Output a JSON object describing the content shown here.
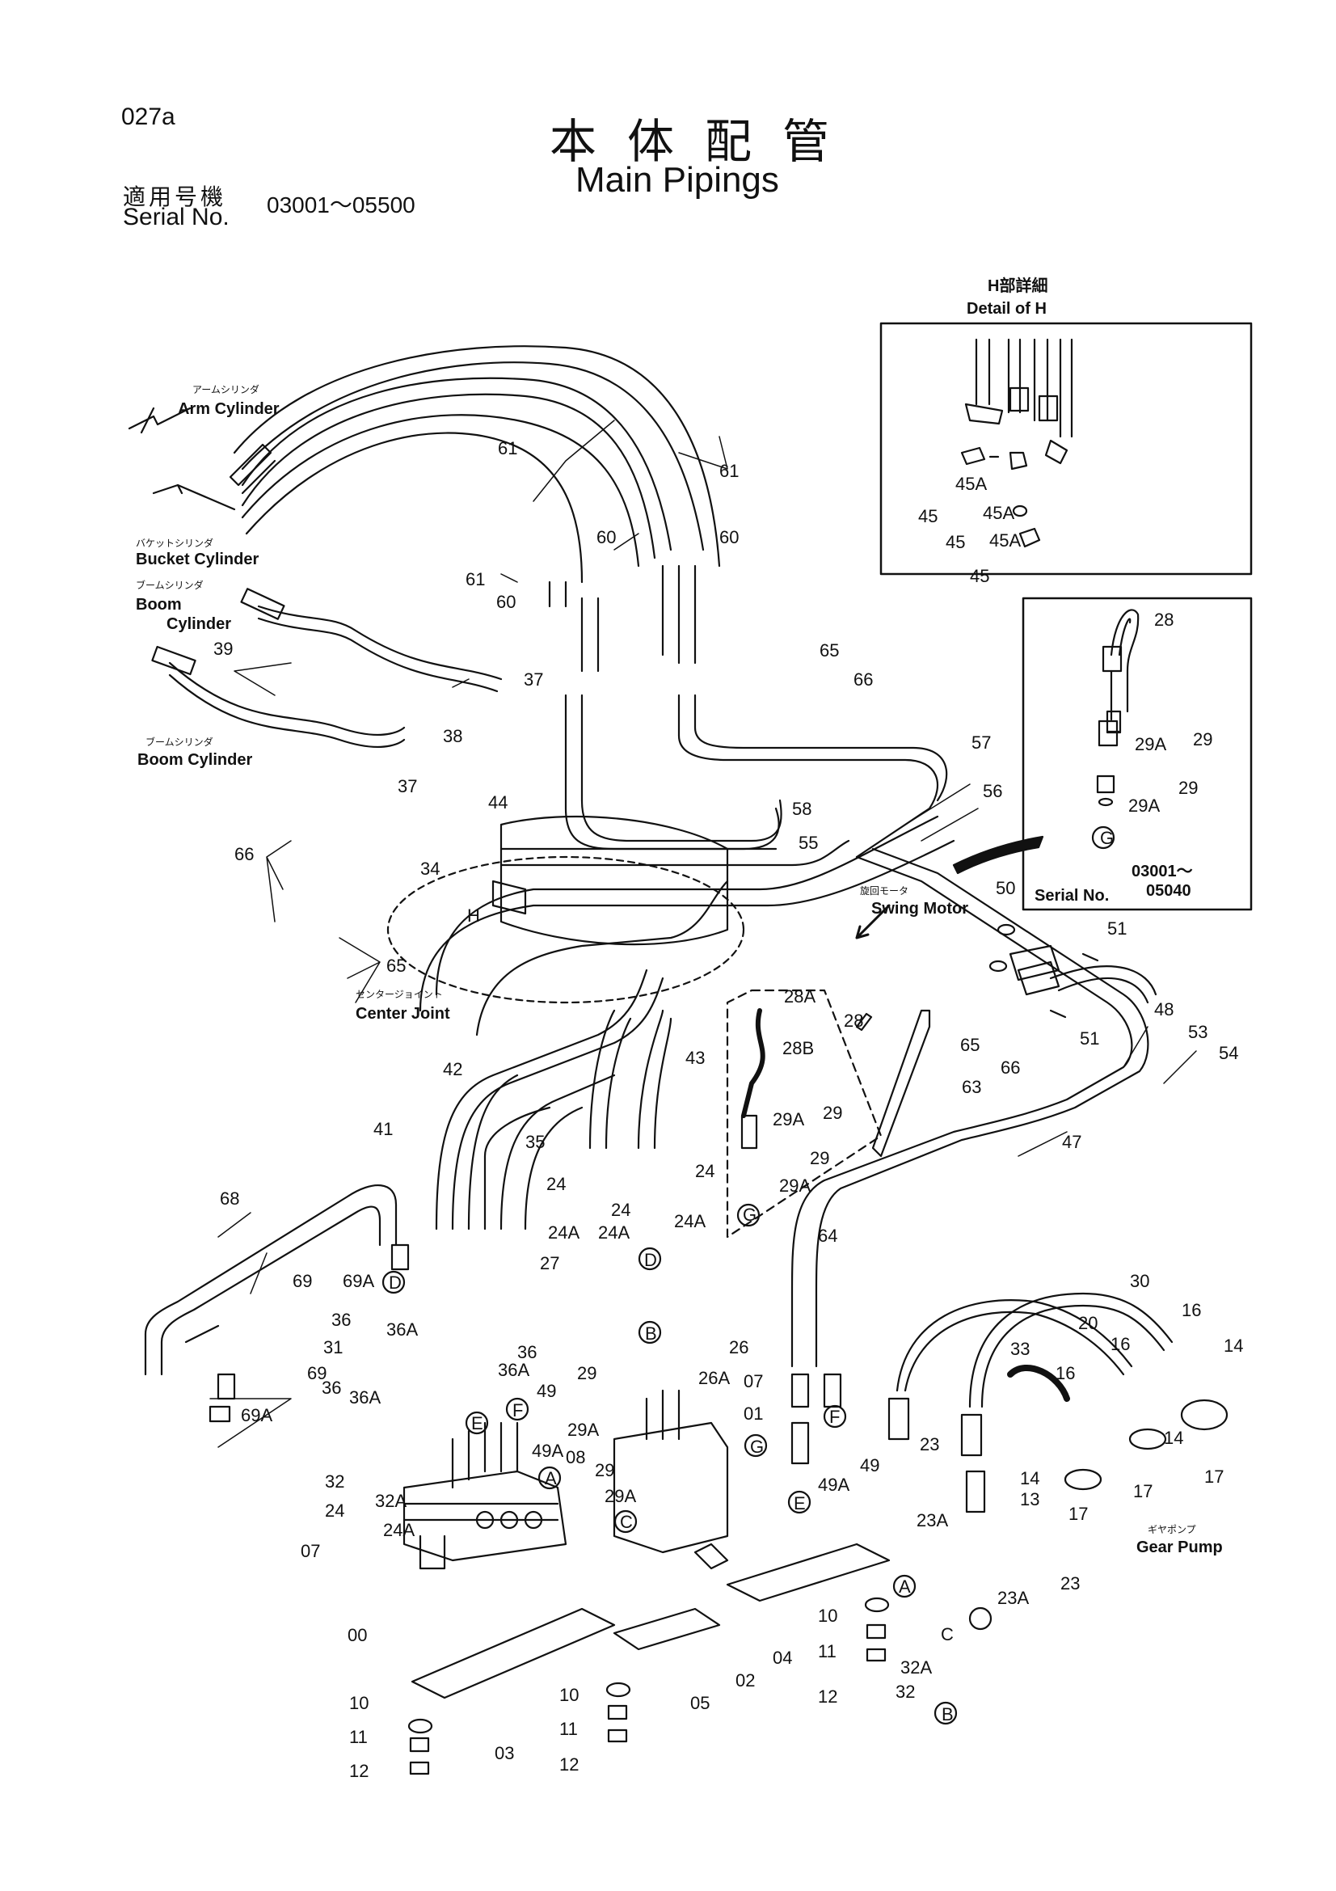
{
  "header": {
    "page_code": "027a",
    "title_jp": "本体配管",
    "title_en": "Main Pipings",
    "serial_label_jp": "適用号機",
    "serial_label_en": "Serial No.",
    "serial_range": "03001～05500"
  },
  "callouts": {
    "arm_cylinder_jp": "アームシリンダ",
    "arm_cylinder": "Arm Cylinder",
    "bucket_cylinder_jp": "バケットシリンダ",
    "bucket_cylinder": "Bucket Cylinder",
    "boom_cylinder_upper_jp": "ブームシリンダ",
    "boom_cylinder_upper_line1": "Boom",
    "boom_cylinder_upper_line2": "Cylinder",
    "boom_cylinder_lower_jp": "ブームシリンダ",
    "boom_cylinder_lower": "Boom Cylinder",
    "center_joint_jp": "センタージョイント",
    "center_joint": "Center Joint",
    "swing_motor_jp": "旋回モータ",
    "swing_motor": "Swing Motor",
    "gear_pump_jp": "ギヤポンプ",
    "gear_pump": "Gear Pump",
    "detail_h_jp": "H部詳細",
    "detail_h": "Detail of H",
    "detail_serial_label": "Serial No.",
    "detail_serial_from": "03001～",
    "detail_serial_to": "05040"
  },
  "part_numbers": [
    {
      "id": "p61a",
      "text": "61"
    },
    {
      "id": "p61b",
      "text": "61"
    },
    {
      "id": "p61c",
      "text": "61"
    },
    {
      "id": "p60a",
      "text": "60"
    },
    {
      "id": "p60b",
      "text": "60"
    },
    {
      "id": "p60c",
      "text": "60"
    },
    {
      "id": "p39",
      "text": "39"
    },
    {
      "id": "p37a",
      "text": "37"
    },
    {
      "id": "p37b",
      "text": "37"
    },
    {
      "id": "p38",
      "text": "38"
    },
    {
      "id": "p44",
      "text": "44"
    },
    {
      "id": "p34",
      "text": "34"
    },
    {
      "id": "p66a",
      "text": "66"
    },
    {
      "id": "p65a",
      "text": "65"
    },
    {
      "id": "p65b",
      "text": "65"
    },
    {
      "id": "p66b",
      "text": "66"
    },
    {
      "id": "pH",
      "text": "H"
    },
    {
      "id": "p58",
      "text": "58"
    },
    {
      "id": "p55",
      "text": "55"
    },
    {
      "id": "p57",
      "text": "57"
    },
    {
      "id": "p56",
      "text": "56"
    },
    {
      "id": "p50",
      "text": "50"
    },
    {
      "id": "p51a",
      "text": "51"
    },
    {
      "id": "p51b",
      "text": "51"
    },
    {
      "id": "p48",
      "text": "48"
    },
    {
      "id": "p53",
      "text": "53"
    },
    {
      "id": "p54",
      "text": "54"
    },
    {
      "id": "p65c",
      "text": "65"
    },
    {
      "id": "p66c",
      "text": "66"
    },
    {
      "id": "p63",
      "text": "63"
    },
    {
      "id": "p47",
      "text": "47"
    },
    {
      "id": "p64",
      "text": "64"
    },
    {
      "id": "p28a",
      "text": "28A"
    },
    {
      "id": "p28",
      "text": "28"
    },
    {
      "id": "p28b",
      "text": "28B"
    },
    {
      "id": "p29a1",
      "text": "29A"
    },
    {
      "id": "p29_1",
      "text": "29"
    },
    {
      "id": "p29_2",
      "text": "29"
    },
    {
      "id": "p29a2",
      "text": "29A"
    },
    {
      "id": "pG1",
      "text": "G"
    },
    {
      "id": "p43",
      "text": "43"
    },
    {
      "id": "p42",
      "text": "42"
    },
    {
      "id": "p41",
      "text": "41"
    },
    {
      "id": "p35",
      "text": "35"
    },
    {
      "id": "p68",
      "text": "68"
    },
    {
      "id": "p24a",
      "text": "24"
    },
    {
      "id": "p24b",
      "text": "24"
    },
    {
      "id": "p24c",
      "text": "24"
    },
    {
      "id": "p24a1",
      "text": "24A"
    },
    {
      "id": "p24a2",
      "text": "24A"
    },
    {
      "id": "p24a3",
      "text": "24A"
    },
    {
      "id": "p69a",
      "text": "69"
    },
    {
      "id": "p69a_1",
      "text": "69A"
    },
    {
      "id": "pD1",
      "text": "D"
    },
    {
      "id": "pD2",
      "text": "D"
    },
    {
      "id": "p27",
      "text": "27"
    },
    {
      "id": "p36a",
      "text": "36"
    },
    {
      "id": "p36a_1",
      "text": "36A"
    },
    {
      "id": "p31",
      "text": "31"
    },
    {
      "id": "p36b",
      "text": "36"
    },
    {
      "id": "p36a_2",
      "text": "36A"
    },
    {
      "id": "p36c",
      "text": "36"
    },
    {
      "id": "p36a_3",
      "text": "36A"
    },
    {
      "id": "p69b",
      "text": "69"
    },
    {
      "id": "p69a_2",
      "text": "69A"
    },
    {
      "id": "pB1",
      "text": "B"
    },
    {
      "id": "p26",
      "text": "26"
    },
    {
      "id": "p26a",
      "text": "26A"
    },
    {
      "id": "p29_3",
      "text": "29"
    },
    {
      "id": "p29a3",
      "text": "29A"
    },
    {
      "id": "p49_1",
      "text": "49"
    },
    {
      "id": "p49a_1",
      "text": "49A"
    },
    {
      "id": "pE1",
      "text": "E"
    },
    {
      "id": "pF1",
      "text": "F"
    },
    {
      "id": "p07a",
      "text": "07"
    },
    {
      "id": "p01",
      "text": "01"
    },
    {
      "id": "pG2",
      "text": "G"
    },
    {
      "id": "p08",
      "text": "08"
    },
    {
      "id": "p29_4",
      "text": "29"
    },
    {
      "id": "p29a4",
      "text": "29A"
    },
    {
      "id": "pA1",
      "text": "A"
    },
    {
      "id": "pC1",
      "text": "C"
    },
    {
      "id": "p32a",
      "text": "32"
    },
    {
      "id": "p32a_1",
      "text": "32A"
    },
    {
      "id": "p24d",
      "text": "24"
    },
    {
      "id": "p24a4",
      "text": "24A"
    },
    {
      "id": "p07b",
      "text": "07"
    },
    {
      "id": "p00",
      "text": "00"
    },
    {
      "id": "p10a",
      "text": "10"
    },
    {
      "id": "p11a",
      "text": "11"
    },
    {
      "id": "p12a",
      "text": "12"
    },
    {
      "id": "p03",
      "text": "03"
    },
    {
      "id": "p10b",
      "text": "10"
    },
    {
      "id": "p11b",
      "text": "11"
    },
    {
      "id": "p12b",
      "text": "12"
    },
    {
      "id": "p05",
      "text": "05"
    },
    {
      "id": "p02",
      "text": "02"
    },
    {
      "id": "p04",
      "text": "04"
    },
    {
      "id": "p10c",
      "text": "10"
    },
    {
      "id": "p11c",
      "text": "11"
    },
    {
      "id": "p12c",
      "text": "12"
    },
    {
      "id": "p49_2",
      "text": "49"
    },
    {
      "id": "p49a_2",
      "text": "49A"
    },
    {
      "id": "pE2",
      "text": "E"
    },
    {
      "id": "pF2",
      "text": "F"
    },
    {
      "id": "p23a",
      "text": "23"
    },
    {
      "id": "p23a_1",
      "text": "23A"
    },
    {
      "id": "pA2",
      "text": "A"
    },
    {
      "id": "p13",
      "text": "13"
    },
    {
      "id": "p23b",
      "text": "23"
    },
    {
      "id": "p23a_2",
      "text": "23A"
    },
    {
      "id": "pC2",
      "text": "C"
    },
    {
      "id": "p32b",
      "text": "32"
    },
    {
      "id": "p32a_2",
      "text": "32A"
    },
    {
      "id": "pB2",
      "text": "B"
    },
    {
      "id": "p30",
      "text": "30"
    },
    {
      "id": "p20",
      "text": "20"
    },
    {
      "id": "p33",
      "text": "33"
    },
    {
      "id": "p16a",
      "text": "16"
    },
    {
      "id": "p16b",
      "text": "16"
    },
    {
      "id": "p16c",
      "text": "16"
    },
    {
      "id": "p14a",
      "text": "14"
    },
    {
      "id": "p14b",
      "text": "14"
    },
    {
      "id": "p14c",
      "text": "14"
    },
    {
      "id": "p17a",
      "text": "17"
    },
    {
      "id": "p17b",
      "text": "17"
    },
    {
      "id": "p17c",
      "text": "17"
    },
    {
      "id": "p28d",
      "text": "28"
    },
    {
      "id": "p29d1",
      "text": "29"
    },
    {
      "id": "p29ad1",
      "text": "29A"
    },
    {
      "id": "p29d2",
      "text": "29"
    },
    {
      "id": "p29ad2",
      "text": "29A"
    },
    {
      "id": "pGd",
      "text": "G"
    },
    {
      "id": "p45a",
      "text": "45"
    },
    {
      "id": "p45b",
      "text": "45"
    },
    {
      "id": "p45c",
      "text": "45"
    },
    {
      "id": "p45aa",
      "text": "45A"
    },
    {
      "id": "p45ab",
      "text": "45A"
    },
    {
      "id": "p45ac",
      "text": "45A"
    }
  ]
}
